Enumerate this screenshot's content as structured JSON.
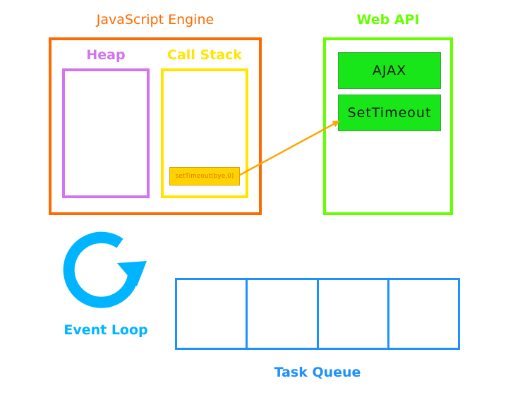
{
  "colors": {
    "engine": "#ff6a00",
    "heap": "#d274f0",
    "call_stack": "#ffe500",
    "stack_frame_fill": "#ffd200",
    "stack_frame_text": "#e07800",
    "web_api": "#66ff00",
    "web_api_item_fill": "#19e619",
    "arrow": "#ffa500",
    "event_loop": "#00b4ff",
    "task_queue": "#1e90ff"
  },
  "engine": {
    "title": "JavaScript Engine",
    "heap": {
      "title": "Heap"
    },
    "call_stack": {
      "title": "Call Stack",
      "frames": [
        "setTimeout(bye,0)"
      ]
    }
  },
  "web_api": {
    "title": "Web API",
    "items": [
      "AJAX",
      "SetTimeout"
    ]
  },
  "event_loop": {
    "label": "Event Loop",
    "icon": "refresh-icon"
  },
  "task_queue": {
    "label": "Task Queue",
    "slot_count": 4
  }
}
